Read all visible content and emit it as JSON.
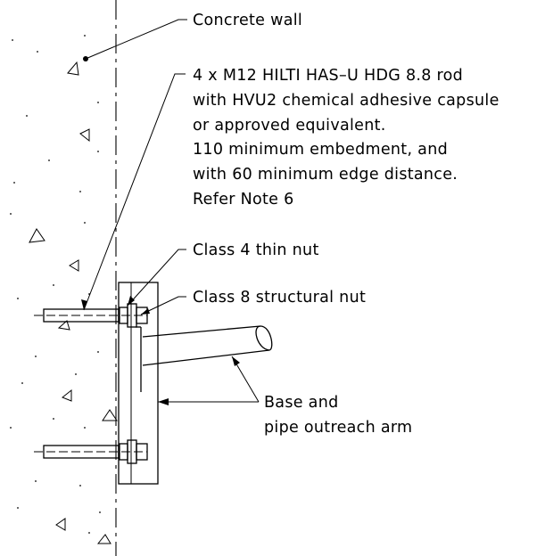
{
  "labels": {
    "concrete_wall": "Concrete wall",
    "rod_line1": "4 x M12 HILTI HAS–U HDG 8.8 rod",
    "rod_line2": "with HVU2 chemical adhesive capsule",
    "rod_line3": "or approved equivalent.",
    "rod_line4": "110 minimum embedment, and",
    "rod_line5": "with 60 minimum edge distance.",
    "rod_line6": "Refer Note 6",
    "thin_nut": "Class 4 thin nut",
    "structural_nut": "Class 8 structural nut",
    "base_line1": "Base and",
    "base_line2": "pipe outreach arm"
  }
}
